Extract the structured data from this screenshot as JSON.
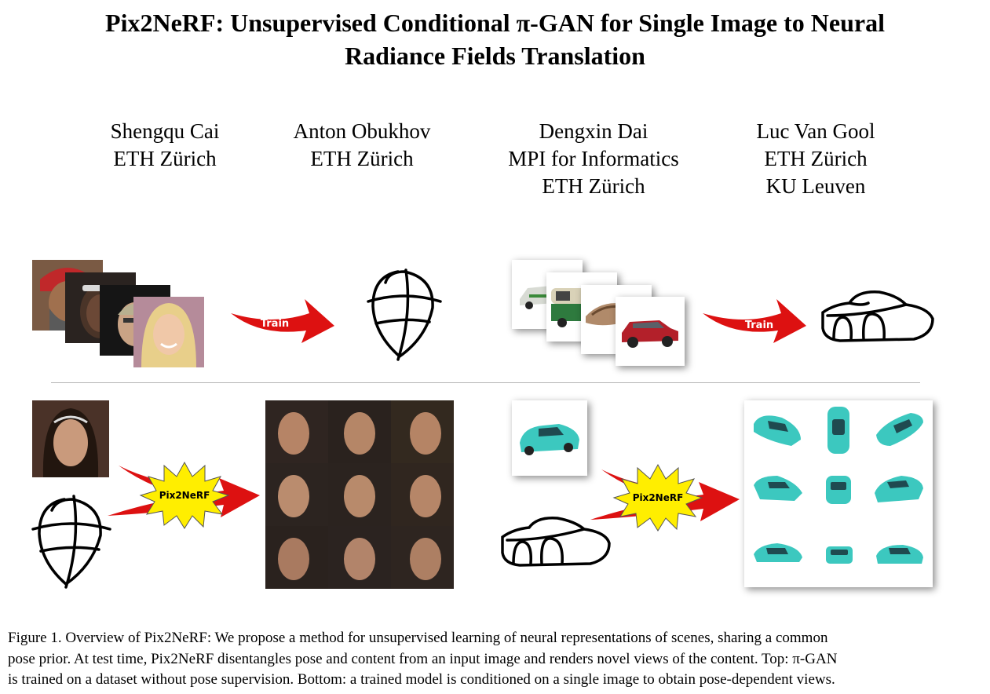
{
  "paper": {
    "title_line1": "Pix2NeRF: Unsupervised Conditional π-GAN for Single Image to Neural",
    "title_line2": "Radiance Fields Translation",
    "authors": [
      {
        "name": "Shengqu Cai",
        "affiliations": [
          "ETH Zürich"
        ]
      },
      {
        "name": "Anton Obukhov",
        "affiliations": [
          "ETH Zürich"
        ]
      },
      {
        "name": "Dengxin Dai",
        "affiliations": [
          "MPI for Informatics",
          "ETH Zürich"
        ]
      },
      {
        "name": "Luc Van Gool",
        "affiliations": [
          "ETH Zürich",
          "KU Leuven"
        ]
      }
    ]
  },
  "figure": {
    "train_label": "Train",
    "model_label": "Pix2NeRF",
    "colors": {
      "arrow_red": "#dd1111",
      "burst_yellow": "#ffee00",
      "car_teal": "#3cc8bf",
      "face_bg": "#3a2e28"
    },
    "caption_lines": [
      "Figure 1. Overview of Pix2NeRF: We propose a method for unsupervised learning of neural representations of scenes, sharing a common",
      "pose prior. At test time, Pix2NeRF disentangles pose and content from an input image and renders novel views of the content. Top: π-GAN",
      "is trained on a dataset without pose supervision. Bottom: a trained model is conditioned on a single image to obtain pose-dependent views."
    ]
  }
}
